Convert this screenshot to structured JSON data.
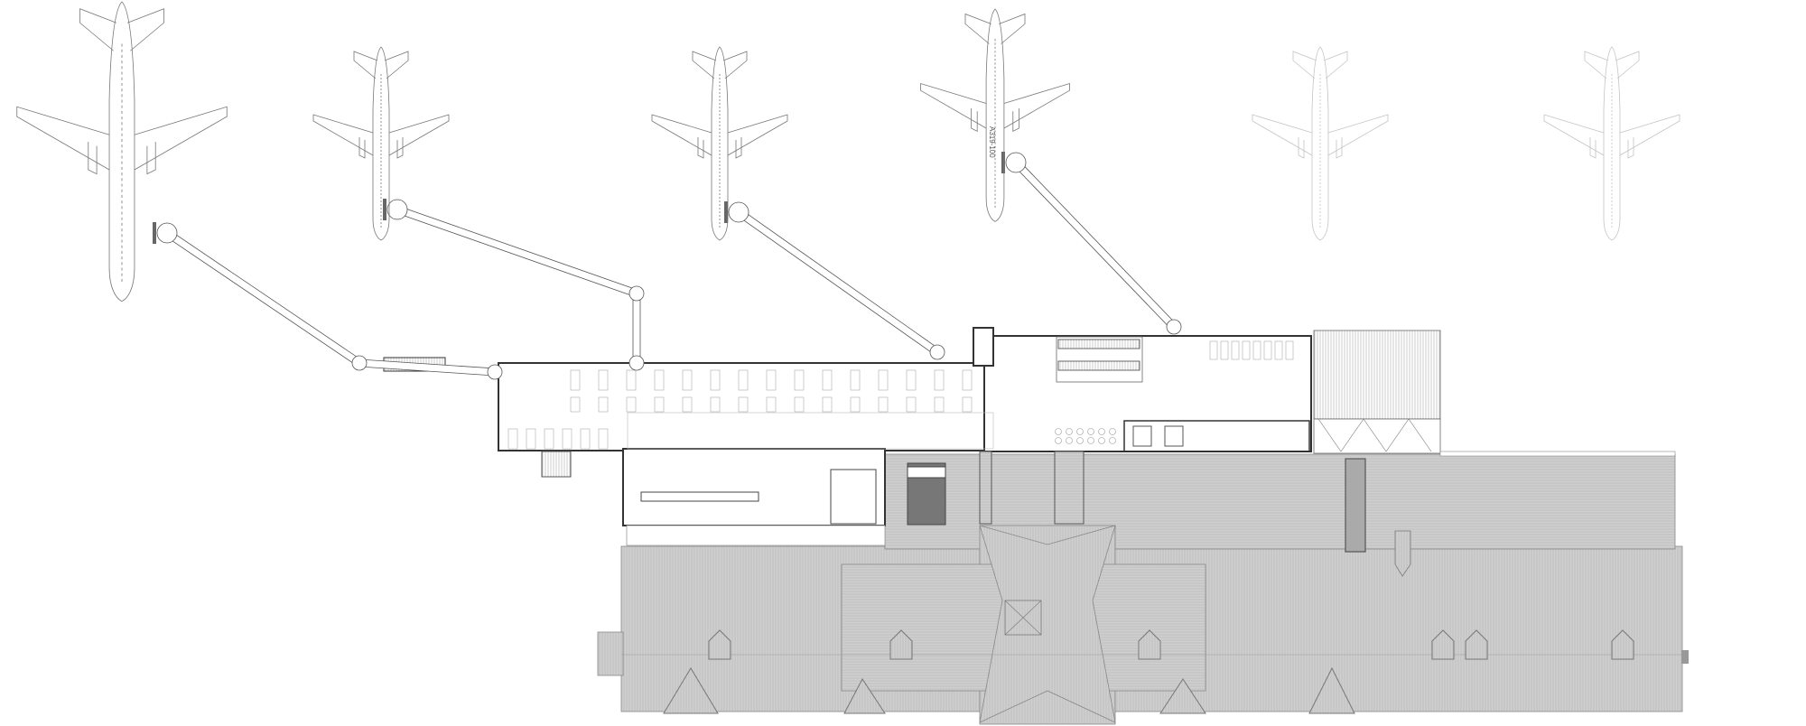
{
  "drawing": {
    "type": "airport terminal floor plan",
    "aircraft_label": "A319-100",
    "colors": {
      "line": "#777777",
      "wall": "#333333",
      "roof": "#cccccc",
      "roof_dark": "#888888",
      "faded_aircraft": "#c4c4c4"
    },
    "aircraft_count": 6,
    "jet_bridge_count": 4
  }
}
